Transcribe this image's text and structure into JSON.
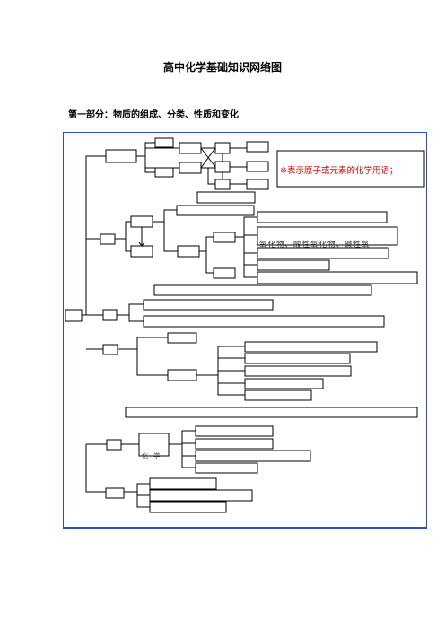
{
  "document": {
    "title": "高中化学基础知识网络图",
    "subtitle": "第一部分：物质的组成、分类、性质和变化"
  },
  "diagram": {
    "note": "※表示原子或元素的化学用语；",
    "hint_partial_1": "氧化物、酸性氧化物、碱性氧",
    "hint_partial_2": "化  学",
    "colors": {
      "frame": "#2b4fbf",
      "note_text": "#e00000",
      "lines": "#000000"
    }
  }
}
